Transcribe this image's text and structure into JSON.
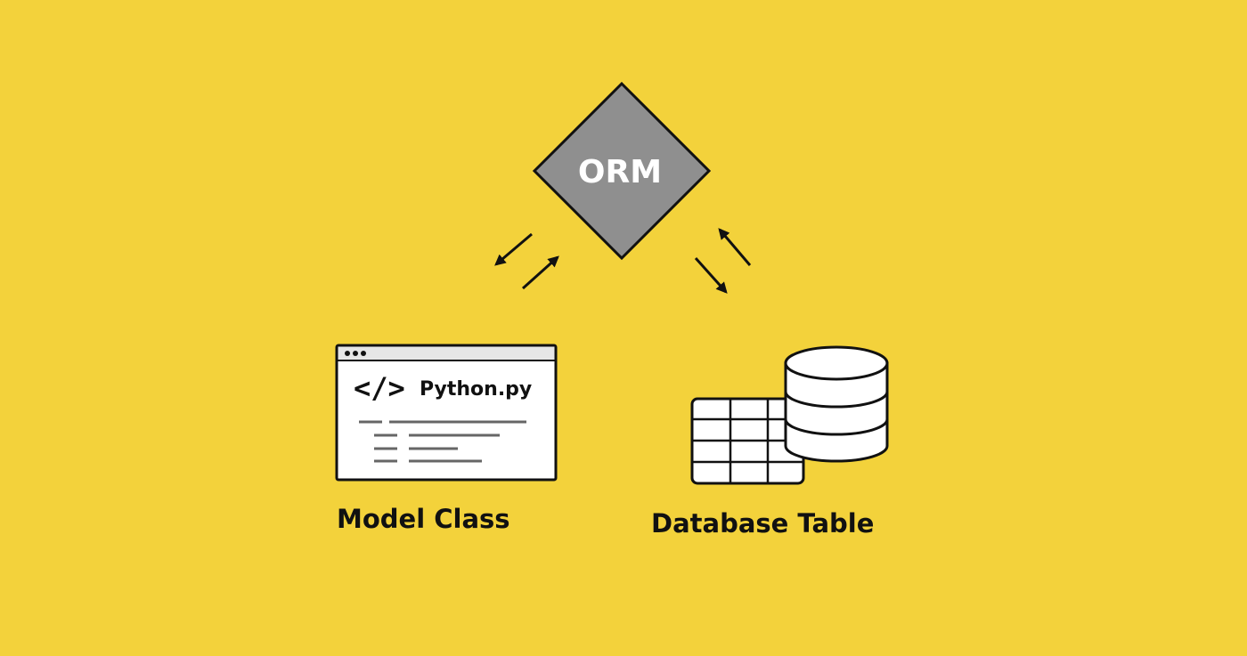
{
  "diagram": {
    "center": {
      "label": "ORM",
      "fill": "#8f8f8f"
    },
    "left": {
      "file_name": "Python.py",
      "code_icon": "</>",
      "caption": "Model Class"
    },
    "right": {
      "caption": "Database Table"
    },
    "colors": {
      "background": "#f3d23b",
      "stroke": "#111111",
      "window_bar": "#e6e6e6",
      "code_lines": "#666666"
    }
  }
}
